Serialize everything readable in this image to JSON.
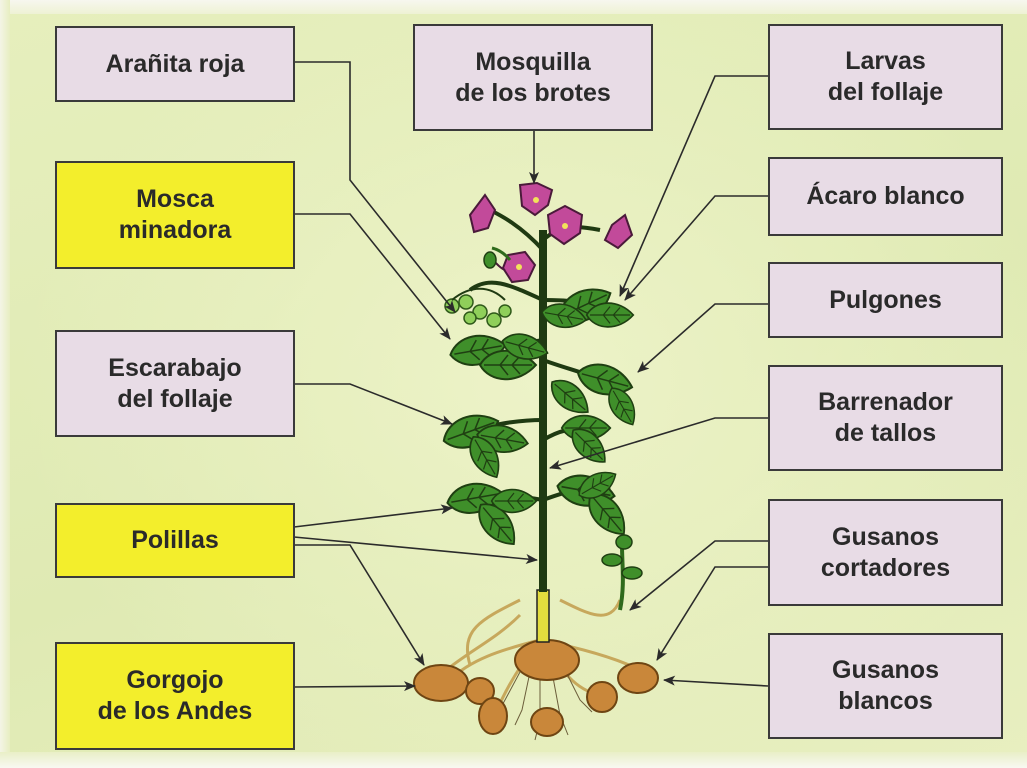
{
  "colors": {
    "label_fill": "#e8dce6",
    "label_highlight_fill": "#f3ee2c",
    "leaf": "#3f8f2a",
    "flower": "#c24a9a",
    "tuber": "#c9873a"
  },
  "legend": {
    "yellow_boxes": [
      "Mosca\nminadora",
      "Polillas",
      "Gorgojo\nde los Andes"
    ]
  },
  "labels": {
    "aranita_roja": "Arañita roja",
    "mosquilla_brotes": "Mosquilla\nde los brotes",
    "larvas_follaje": "Larvas\ndel follaje",
    "mosca_minadora": "Mosca\nminadora",
    "acaro_blanco": "Ácaro blanco",
    "pulgones": "Pulgones",
    "escarabajo_follaje": "Escarabajo\ndel follaje",
    "barrenador_tallos": "Barrenador\nde tallos",
    "polillas": "Polillas",
    "gusanos_cortadores": "Gusanos\ncortadores",
    "gorgojo_andes": "Gorgojo\nde los Andes",
    "gusanos_blancos": "Gusanos\nblancos"
  }
}
